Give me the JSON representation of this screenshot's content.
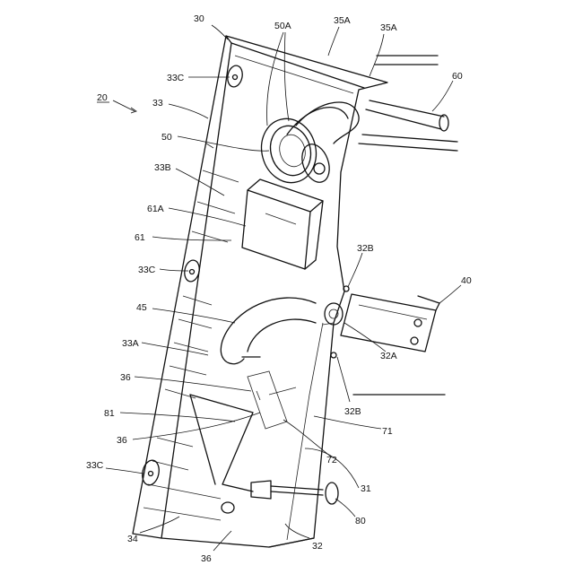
{
  "figure": {
    "assembly_ref": "20",
    "labels": {
      "l30": "30",
      "l50A": "50A",
      "l35A_1": "35A",
      "l35A_2": "35A",
      "l60": "60",
      "l33C_1": "33C",
      "l33": "33",
      "l50": "50",
      "l33B": "33B",
      "l61A": "61A",
      "l61": "61",
      "l33C_2": "33C",
      "l32B_1": "32B",
      "l40": "40",
      "l45": "45",
      "l33A": "33A",
      "l32A": "32A",
      "l32B_2": "32B",
      "l36_1": "36",
      "l81": "81",
      "l36_2": "36",
      "l72": "72",
      "l71": "71",
      "l33C_3": "33C",
      "l31": "31",
      "l80": "80",
      "l34": "34",
      "l32": "32",
      "l36_3": "36"
    }
  }
}
